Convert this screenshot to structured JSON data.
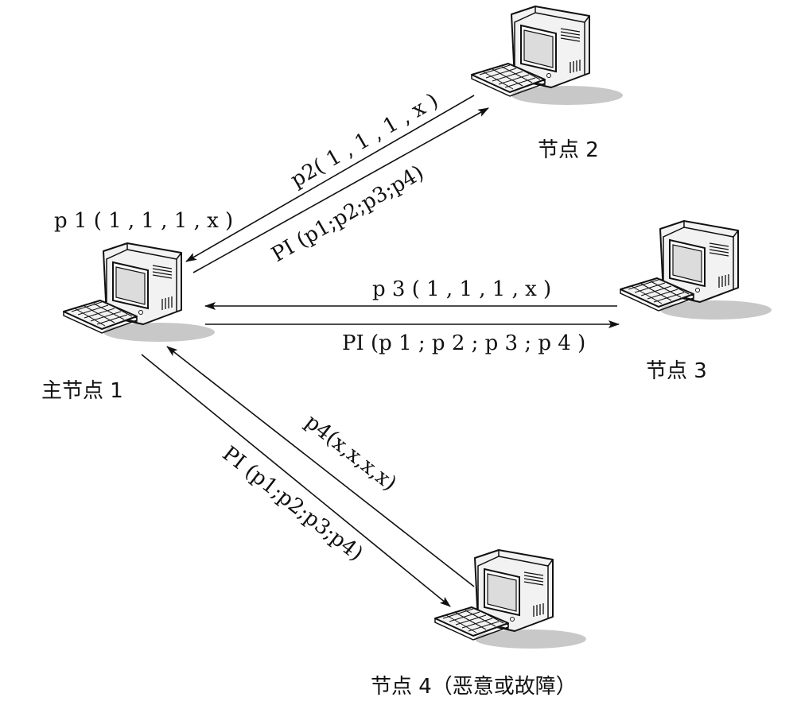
{
  "nodes": {
    "master": {
      "caption": "主节点  1",
      "params": "p 1 ( 1 , 1 , 1 , x )"
    },
    "node2": {
      "caption": "节点  2"
    },
    "node3": {
      "caption": "节点  3"
    },
    "node4": {
      "caption": "节点  4（恶意或故障）"
    }
  },
  "links": {
    "to_node2": {
      "reply": "p2( 1 , 1 , 1 , x )",
      "broadcast": "PI (p1;p2;p3;p4)"
    },
    "to_node3": {
      "reply": "p 3 ( 1 , 1 , 1 , x )",
      "broadcast": "PI (p 1 ; p 2 ; p 3 ; p 4 )"
    },
    "to_node4": {
      "reply": "p4(x,x,x,x)",
      "broadcast": "PI (p1;p2;p3;p4)"
    }
  },
  "icons": {
    "computer": "desktop-computer-icon",
    "arrow": "arrow-head-icon"
  },
  "colors": {
    "line": "#111111",
    "screen": "#ffffff",
    "shadow": "#c8c8c8"
  }
}
